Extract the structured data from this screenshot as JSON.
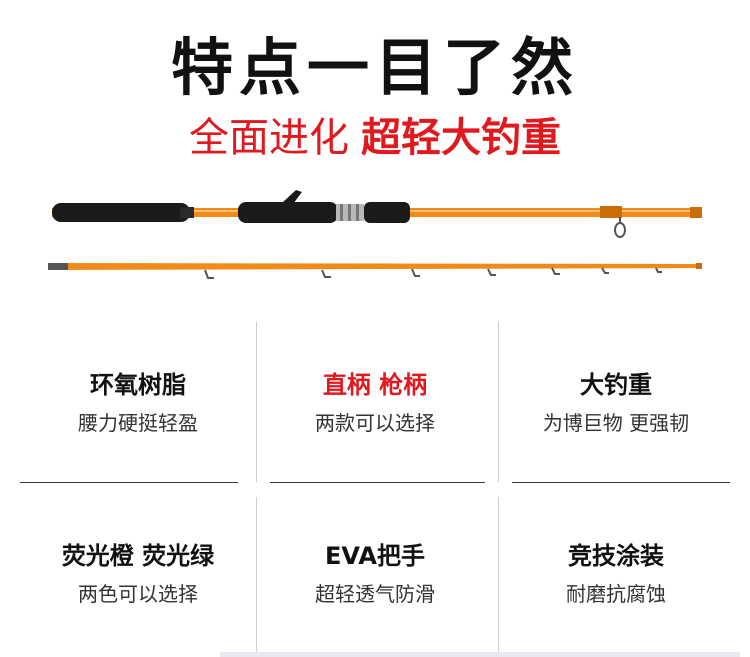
{
  "header": {
    "title": "特点一目了然",
    "subtitle_normal": "全面进化",
    "subtitle_bold": "超轻大钓重"
  },
  "colors": {
    "rod_orange": "#f28a1a",
    "accent_red": "#e0191f",
    "grip_black": "#1a1a1a"
  },
  "features": [
    {
      "title": "环氧树脂",
      "desc": "腰力硬挺轻盈"
    },
    {
      "title": "直柄 枪柄",
      "desc": "两款可以选择"
    },
    {
      "title": "大钓重",
      "desc": "为博巨物 更强韧"
    },
    {
      "title": "荧光橙 荧光绿",
      "desc": "两色可以选择"
    },
    {
      "title": "EVA把手",
      "desc": "超轻透气防滑"
    },
    {
      "title": "竞技涂装",
      "desc": "耐磨抗腐蚀"
    }
  ]
}
